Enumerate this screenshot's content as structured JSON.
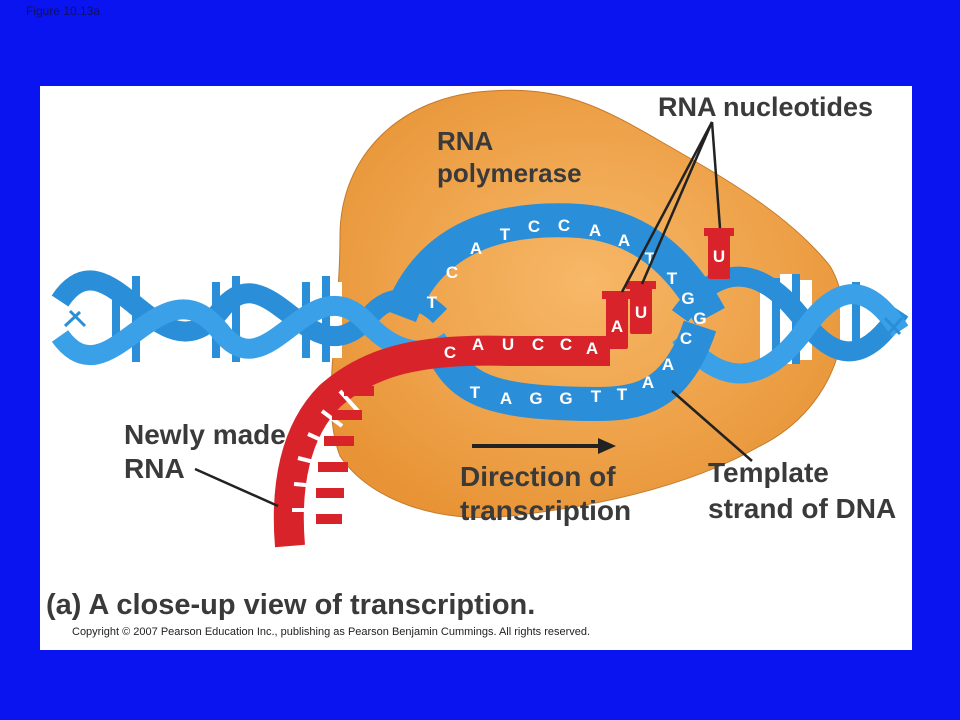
{
  "figure_number": "Figure 10.13a",
  "labels": {
    "rna_polymerase_line1": "RNA",
    "rna_polymerase_line2": "polymerase",
    "rna_nucleotides": "RNA nucleotides",
    "newly_made_line1": "Newly made",
    "newly_made_line2": "RNA",
    "direction_line1": "Direction of",
    "direction_line2": "transcription",
    "template_line1": "Template",
    "template_line2": "strand of DNA"
  },
  "caption": "(a) A close-up view of transcription.",
  "copyright": "Copyright © 2007 Pearson Education Inc., publishing as Pearson Benjamin Cummings. All rights reserved.",
  "bases": {
    "top_strand": [
      "T",
      "C",
      "A",
      "T",
      "C",
      "C",
      "A",
      "A",
      "T",
      "T",
      "G",
      "G"
    ],
    "rna_strand": [
      "C",
      "A",
      "U",
      "C",
      "C",
      "A"
    ],
    "template_strand": [
      "T",
      "A",
      "G",
      "G",
      "T",
      "T",
      "A",
      "A",
      "C"
    ],
    "free_nucleotides": [
      "A",
      "U",
      "U"
    ]
  },
  "colors": {
    "background": "#0a14f0",
    "polymerase": "#f0a04a",
    "dna": "#2a8fd8",
    "rna": "#d9232a"
  }
}
